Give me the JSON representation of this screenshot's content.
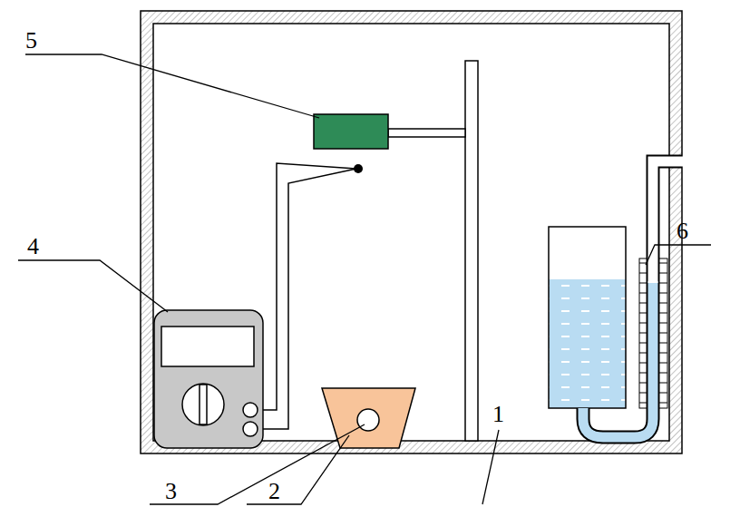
{
  "diagram": {
    "labels": [
      "5",
      "4",
      "6",
      "3",
      "2",
      "1"
    ]
  }
}
